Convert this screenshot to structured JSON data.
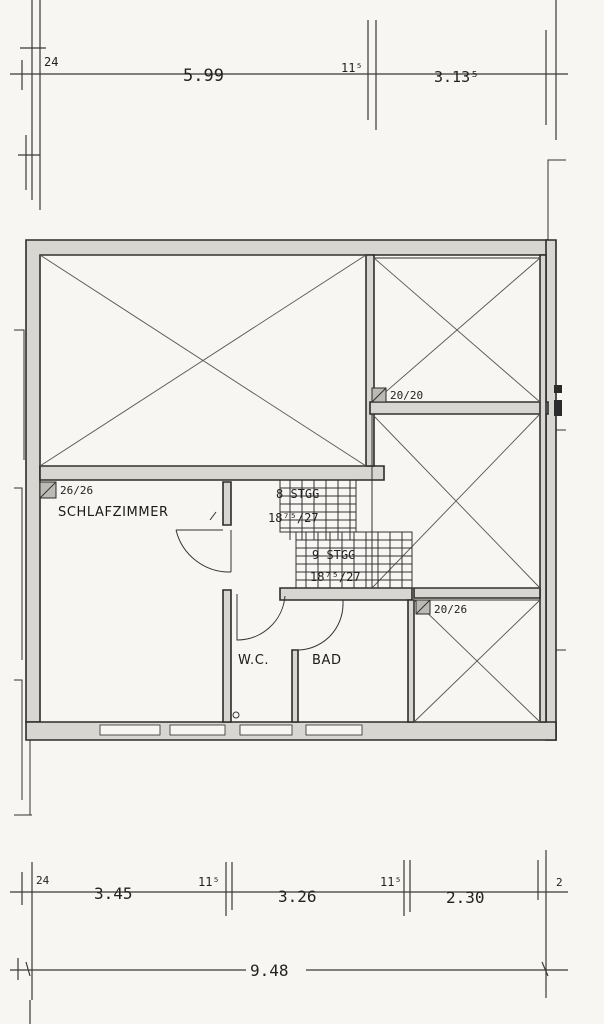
{
  "dimensions_top": {
    "d1": "24",
    "d2": "5.99",
    "d3": "11⁵",
    "d4": "3.13⁵"
  },
  "dimensions_bottom": {
    "d1": "24",
    "d2": "3.45",
    "d3": "11⁵",
    "d4": "3.26",
    "d5": "11⁵",
    "d6": "2.30",
    "d7": "2",
    "total": "9.48"
  },
  "rooms": {
    "schlafzimmer": "SCHLAFZIMMER",
    "wc": "W.C.",
    "bad": "BAD"
  },
  "stairs": {
    "upper_count": "8 STGG",
    "upper_ratio": "18⁷⁵/27",
    "lower_count": "9 STGG",
    "lower_ratio": "18⁷⁵/27"
  },
  "chimneys": {
    "c1": "26/26",
    "c2": "20/20",
    "c3": "20/26"
  }
}
